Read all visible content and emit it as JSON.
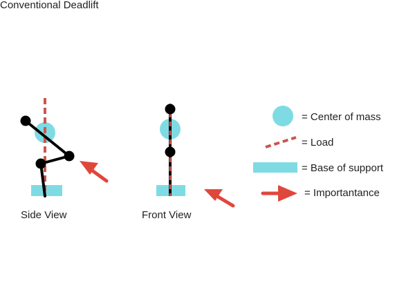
{
  "title": "Conventional Deadlift",
  "views": {
    "side": "Side View",
    "front": "Front View"
  },
  "legend": {
    "center_of_mass": "= Center of mass",
    "load": "= Load",
    "base_of_support": "= Base of support",
    "importance": "= Importantance"
  },
  "colors": {
    "center_of_mass": "#7fdbe3",
    "base_of_support": "#7fdbe3",
    "load_line": "#c9574f",
    "arrow": "#e0473b",
    "body": "#000000"
  }
}
